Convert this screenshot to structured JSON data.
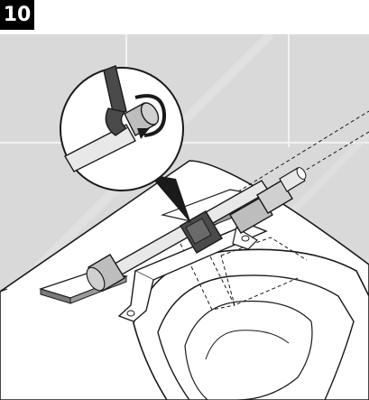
{
  "step": {
    "number": "10"
  },
  "illustration": {
    "icons": {
      "wall": "tiled-wall",
      "toilet": "wall-hung-toilet-bowl",
      "pipe": "inlet-pipe-connection",
      "wrench": "open-end-wrench",
      "rotation": "clockwise-arrow",
      "callout": "magnifier-callout"
    },
    "colors": {
      "background": "#ffffff",
      "wall": "#d9d9d9",
      "line": "#1a1a1a",
      "metal": "#bdbdbd",
      "dark_metal": "#4a4a4a",
      "badge": "#000000"
    }
  }
}
